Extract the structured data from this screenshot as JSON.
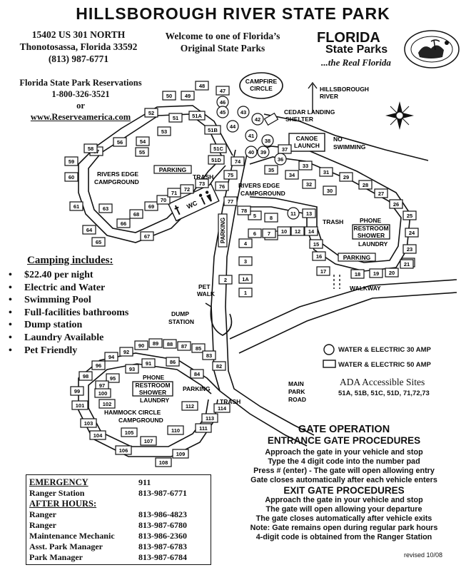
{
  "title": "HILLSBOROUGH RIVER STATE PARK",
  "address": {
    "line1": "15402 US 301 NORTH",
    "line2": "Thonotosassa, Florida 33592",
    "phone": "(813) 987-6771"
  },
  "welcome": {
    "line1": "Welcome to one of Florida’s",
    "line2": "Original State Parks"
  },
  "logo": {
    "line1": "FLORIDA",
    "line2": "State Parks",
    "tagline": "...the Real Florida"
  },
  "reservations": {
    "line1": "Florida State Park Reservations",
    "phone": "1-800-326-3521",
    "or": "or",
    "url": "www.Reserveamerica.com"
  },
  "map_labels": {
    "campfire_circle": [
      "CAMPFIRE",
      "CIRCLE"
    ],
    "hillsborough_river": [
      "HILLSBOROUGH",
      "RIVER"
    ],
    "cedar_landing": [
      "CEDAR LANDING",
      "SHELTER"
    ],
    "canoe_launch": [
      "CANOE",
      "LAUNCH"
    ],
    "no_swimming": [
      "NO",
      "SWIMMING"
    ],
    "parking_upper": "PARKING",
    "trash": "TRASH",
    "rivers_edge_west": [
      "RIVERS EDGE",
      "CAMPGROUND"
    ],
    "rivers_edge_east": [
      "RIVERS EDGE",
      "CAMPGROUND"
    ],
    "parking_road": "PARKING",
    "phone_east": "PHONE",
    "restroom_shower_east": [
      "RESTROOM",
      "SHOWER"
    ],
    "laundry_east": "LAUNDRY",
    "parking_east": "PARKING",
    "walkway": "WALKWAY",
    "pet_walk": [
      "PET",
      "WALK"
    ],
    "dump_station": [
      "DUMP",
      "STATION"
    ],
    "phone_south": "PHONE",
    "restroom_shower_south": [
      "RESTROOM",
      "SHOWER"
    ],
    "laundry_south": "LAUNDRY",
    "parking_south": "PARKING",
    "trash_south": "TRASH",
    "hammock_circle": [
      "HAMMOCK CIRCLE",
      "CAMPGROUND"
    ],
    "main_park_road": [
      "MAIN",
      "PARK",
      "ROAD"
    ],
    "wc": "WC"
  },
  "campsites_west": [
    "50",
    "49",
    "48",
    "47",
    "52",
    "51",
    "51A",
    "46",
    "45",
    "53",
    "54",
    "55",
    "56",
    "57",
    "58",
    "59",
    "60",
    "61",
    "63",
    "64",
    "65",
    "66",
    "67",
    "68",
    "69",
    "70",
    "71",
    "72",
    "73",
    "51B",
    "51C",
    "51D",
    "44",
    "43",
    "42"
  ],
  "campsites_east": [
    "41",
    "40",
    "39",
    "38",
    "37",
    "36",
    "35",
    "34",
    "33",
    "32",
    "31",
    "30",
    "29",
    "28",
    "27",
    "26",
    "25",
    "24",
    "23",
    "22",
    "21",
    "20",
    "19",
    "18",
    "17",
    "16",
    "15",
    "14",
    "13",
    "12",
    "11",
    "10",
    "9",
    "8",
    "7",
    "6",
    "5",
    "4",
    "3",
    "2",
    "1",
    "1A",
    "74",
    "75",
    "76",
    "77",
    "78"
  ],
  "campsites_south": [
    "90",
    "89",
    "88",
    "87",
    "85",
    "83",
    "82",
    "84",
    "86",
    "91",
    "92",
    "93",
    "94",
    "95",
    "96",
    "97",
    "98",
    "99",
    "100",
    "101",
    "102",
    "103",
    "104",
    "105",
    "106",
    "107",
    "108",
    "109",
    "110",
    "111",
    "112",
    "113",
    "114"
  ],
  "camping_includes": {
    "heading": "Camping includes:",
    "items": [
      "$22.40 per night",
      "Electric and Water",
      "Swimming Pool",
      "Full-facilities bathrooms",
      "Dump station",
      "Laundry Available",
      "Pet Friendly"
    ]
  },
  "legend": {
    "circle_label": "WATER & ELECTRIC 30 AMP",
    "rect_label": "WATER & ELECTRIC 50 AMP",
    "ada_heading": "ADA Accessible Sites",
    "ada_sites_line1": "51A, 51B, 51C, 51D, 71,72,73"
  },
  "gate": {
    "heading": "GATE OPERATION",
    "entrance_heading": "ENTRANCE GATE PROCEDURES",
    "entrance_lines": [
      "Approach the gate in your vehicle and stop",
      "Type the 4 digit code into the number pad",
      "Press # (enter) - The gate will open allowing entry",
      "Gate closes automatically after each vehicle enters"
    ],
    "exit_heading": "EXIT GATE PROCEDURES",
    "exit_lines": [
      "Approach the gate in your vehicle and stop",
      "The gate will open allowing your departure",
      "The gate closes automatically after vehicle exits",
      "Note: Gate remains open during regular park hours",
      "4-digit code is obtained from the Ranger Station"
    ]
  },
  "contacts": [
    {
      "label": "EMERGENCY",
      "number": "911",
      "heading": true
    },
    {
      "label": "Ranger Station",
      "number": "813-987-6771",
      "heading": false
    },
    {
      "label": "AFTER HOURS:",
      "number": "",
      "heading": true
    },
    {
      "label": "Ranger",
      "number": "813-986-4823",
      "heading": false
    },
    {
      "label": "Ranger",
      "number": "813-987-6780",
      "heading": false
    },
    {
      "label": "Maintenance Mechanic",
      "number": "813-986-2360",
      "heading": false
    },
    {
      "label": "Asst. Park Manager",
      "number": "813-987-6783",
      "heading": false
    },
    {
      "label": "Park Manager",
      "number": "813-987-6784",
      "heading": false
    }
  ],
  "revised": "revised 10/08"
}
